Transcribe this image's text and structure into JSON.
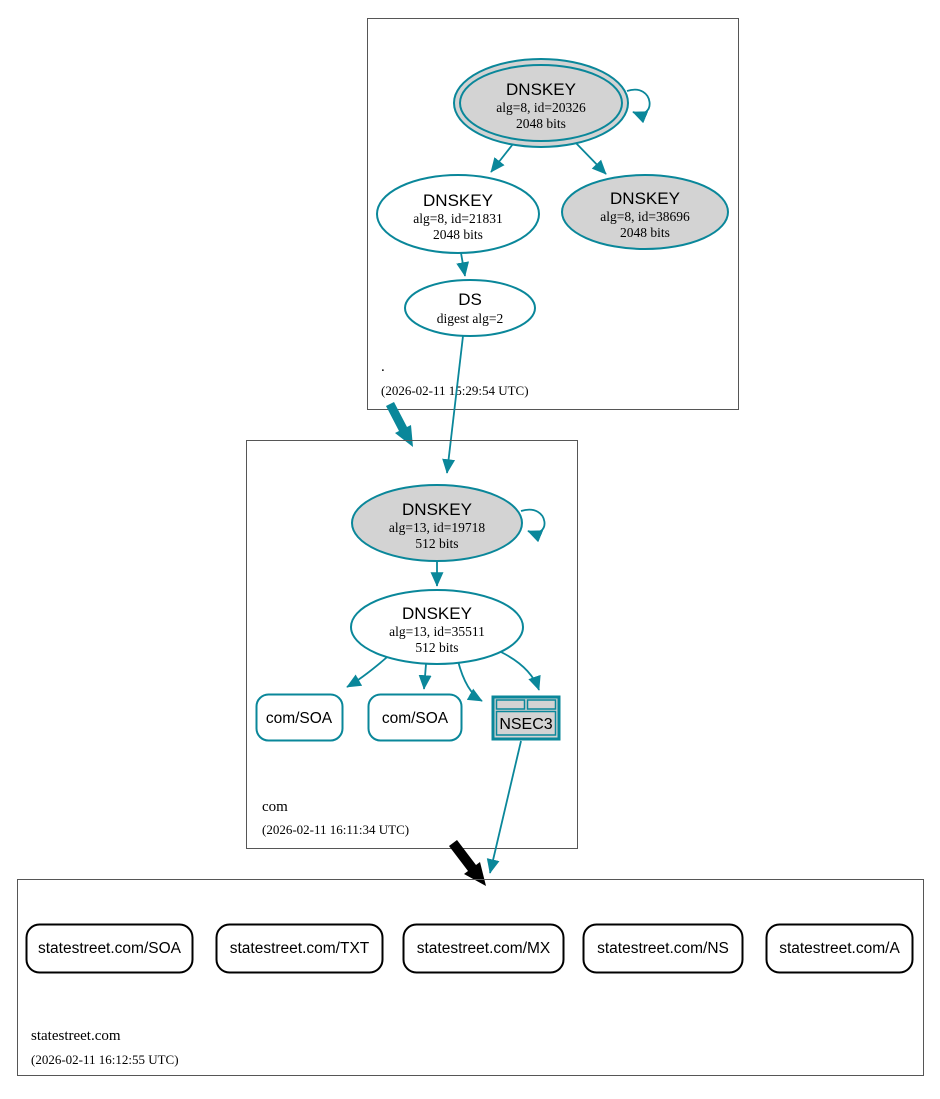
{
  "diagram_type": "dnssec-authentication-chain",
  "colors": {
    "secure_teal": "#0a879a",
    "node_fill_gray": "#d3d3d3",
    "node_fill_white": "#ffffff",
    "insecure_black": "#000000",
    "cluster_border_gray": "#565656"
  },
  "zones": {
    "root": {
      "label": ".",
      "timestamp": "(2026-02-11 15:29:54 UTC)",
      "nodes": {
        "ksk": {
          "title": "DNSKEY",
          "detail1": "alg=8, id=20326",
          "detail2": "2048 bits",
          "style": "double-ellipse gray self-signed"
        },
        "zsk": {
          "title": "DNSKEY",
          "detail1": "alg=8, id=21831",
          "detail2": "2048 bits",
          "style": "ellipse white"
        },
        "dnskey38696": {
          "title": "DNSKEY",
          "detail1": "alg=8, id=38696",
          "detail2": "2048 bits",
          "style": "ellipse gray"
        },
        "ds": {
          "title": "DS",
          "detail1": "digest alg=2",
          "style": "ellipse white"
        }
      }
    },
    "com": {
      "label": "com",
      "timestamp": "(2026-02-11 16:11:34 UTC)",
      "nodes": {
        "ksk": {
          "title": "DNSKEY",
          "detail1": "alg=13, id=19718",
          "detail2": "512 bits",
          "style": "ellipse gray self-signed"
        },
        "zsk": {
          "title": "DNSKEY",
          "detail1": "alg=13, id=35511",
          "detail2": "512 bits",
          "style": "ellipse white"
        },
        "soa1": {
          "label": "com/SOA"
        },
        "soa2": {
          "label": "com/SOA"
        },
        "nsec3": {
          "label": "NSEC3"
        }
      }
    },
    "statestreet": {
      "label": "statestreet.com",
      "timestamp": "(2026-02-11 16:12:55 UTC)",
      "nodes": {
        "soa": {
          "label": "statestreet.com/SOA"
        },
        "txt": {
          "label": "statestreet.com/TXT"
        },
        "mx": {
          "label": "statestreet.com/MX"
        },
        "ns": {
          "label": "statestreet.com/NS"
        },
        "a": {
          "label": "statestreet.com/A"
        }
      }
    }
  },
  "edges": [
    {
      "from": "root-dnskey-20326",
      "to": "root-dnskey-20326",
      "type": "self-sign"
    },
    {
      "from": "root-dnskey-20326",
      "to": "root-dnskey-21831",
      "type": "sign"
    },
    {
      "from": "root-dnskey-20326",
      "to": "root-dnskey-38696",
      "type": "sign"
    },
    {
      "from": "root-dnskey-21831",
      "to": "root-ds",
      "type": "sign"
    },
    {
      "from": "root-ds",
      "to": "com-dnskey-19718",
      "type": "ds-to-dnskey"
    },
    {
      "from": "zone-root",
      "to": "zone-com",
      "type": "delegation-secure"
    },
    {
      "from": "com-dnskey-19718",
      "to": "com-dnskey-19718",
      "type": "self-sign"
    },
    {
      "from": "com-dnskey-19718",
      "to": "com-dnskey-35511",
      "type": "sign"
    },
    {
      "from": "com-dnskey-35511",
      "to": "com-soa-1",
      "type": "sign"
    },
    {
      "from": "com-dnskey-35511",
      "to": "com-soa-2",
      "type": "sign"
    },
    {
      "from": "com-dnskey-35511",
      "to": "com-nsec3-left",
      "type": "sign"
    },
    {
      "from": "com-dnskey-35511",
      "to": "com-nsec3-right",
      "type": "sign"
    },
    {
      "from": "com-nsec3",
      "to": "zone-statestreet",
      "type": "nsec3-proof"
    },
    {
      "from": "zone-com",
      "to": "zone-statestreet",
      "type": "delegation-insecure"
    }
  ]
}
